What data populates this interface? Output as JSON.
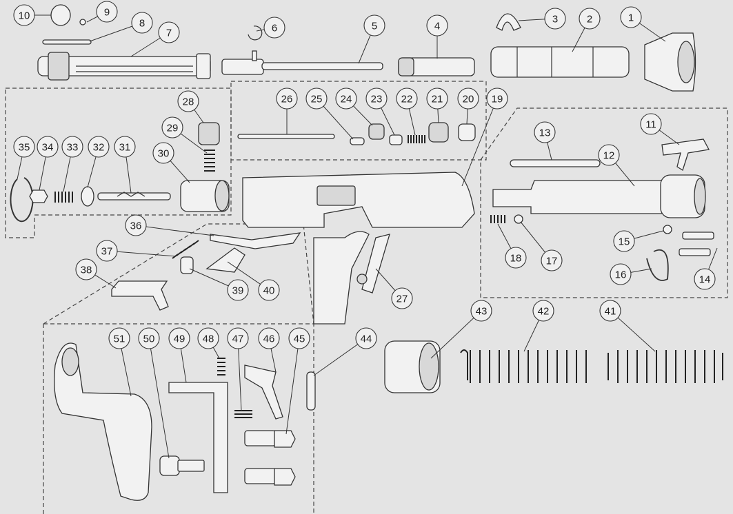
{
  "diagram": {
    "type": "exploded-parts-diagram",
    "callouts": [
      "1",
      "2",
      "3",
      "4",
      "5",
      "6",
      "7",
      "8",
      "9",
      "10",
      "11",
      "12",
      "13",
      "14",
      "15",
      "16",
      "17",
      "18",
      "19",
      "20",
      "21",
      "22",
      "23",
      "24",
      "25",
      "26",
      "27",
      "28",
      "29",
      "30",
      "31",
      "32",
      "33",
      "34",
      "35",
      "36",
      "37",
      "38",
      "39",
      "40",
      "41",
      "42",
      "43",
      "44",
      "45",
      "46",
      "47",
      "48",
      "49",
      "50",
      "51"
    ]
  }
}
